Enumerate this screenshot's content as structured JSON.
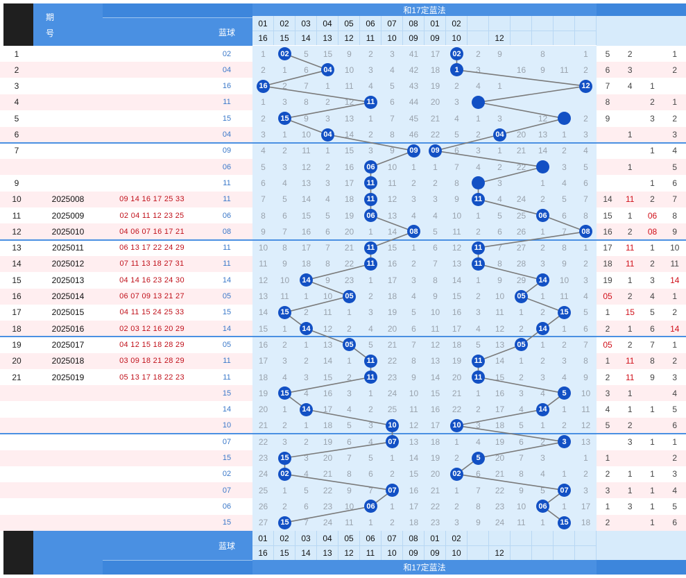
{
  "header": {
    "period_label_1": "期",
    "period_label_2": "号",
    "blue_label": "蓝球",
    "zone_title": "和17定蓝法",
    "pairs": [
      [
        "01",
        "16"
      ],
      [
        "02",
        "15"
      ],
      [
        "03",
        "14"
      ],
      [
        "04",
        "13"
      ],
      [
        "05",
        "12"
      ],
      [
        "06",
        "11"
      ],
      [
        "07",
        "10"
      ],
      [
        "08",
        "09"
      ],
      [
        "01",
        "09"
      ],
      [
        "02",
        "10"
      ],
      [
        "",
        ""
      ],
      [
        "",
        "12"
      ],
      [
        "",
        ""
      ],
      [
        "",
        ""
      ],
      [
        "",
        ""
      ],
      [
        "",
        ""
      ]
    ]
  },
  "rows": [
    {
      "idx": "1",
      "period": "",
      "nums": "",
      "blue": "02",
      "z1": [
        "1",
        "02",
        "5",
        "15",
        "9",
        "2",
        "3",
        "41"
      ],
      "z2": [
        "17",
        "02",
        "2",
        "9",
        "",
        "8",
        "",
        "1"
      ],
      "r": [
        "5",
        "2",
        "",
        "1"
      ]
    },
    {
      "idx": "2",
      "period": "",
      "nums": "",
      "blue": "04",
      "z1": [
        "2",
        "1",
        "6",
        "04",
        "10",
        "3",
        "4",
        "42"
      ],
      "z2": [
        "18",
        "1",
        "3",
        "",
        "16",
        "9",
        "11",
        "2"
      ],
      "r": [
        "6",
        "3",
        "",
        "2"
      ]
    },
    {
      "idx": "3",
      "period": "",
      "nums": "",
      "blue": "16",
      "z1": [
        "16",
        "2",
        "7",
        "1",
        "11",
        "4",
        "5",
        "43"
      ],
      "z2": [
        "19",
        "2",
        "4",
        "1",
        "",
        "",
        "",
        "12"
      ],
      "r": [
        "7",
        "4",
        "1",
        ""
      ]
    },
    {
      "idx": "4",
      "period": "",
      "nums": "",
      "blue": "11",
      "z1": [
        "1",
        "3",
        "8",
        "2",
        "12",
        "11",
        "6",
        "44"
      ],
      "z2": [
        "20",
        "3",
        "",
        "",
        "",
        "",
        "",
        ""
      ],
      "r": [
        "8",
        "",
        "2",
        "1"
      ]
    },
    {
      "idx": "5",
      "period": "",
      "nums": "",
      "blue": "15",
      "z1": [
        "2",
        "15",
        "9",
        "3",
        "13",
        "1",
        "7",
        "45"
      ],
      "z2": [
        "21",
        "4",
        "1",
        "3",
        "",
        "12",
        "",
        "2"
      ],
      "r": [
        "9",
        "",
        "3",
        "2"
      ]
    },
    {
      "idx": "6",
      "period": "",
      "nums": "",
      "blue": "04",
      "z1": [
        "3",
        "1",
        "10",
        "04",
        "14",
        "2",
        "8",
        "46"
      ],
      "z2": [
        "22",
        "5",
        "2",
        "04",
        "20",
        "13",
        "1",
        "3"
      ],
      "r": [
        "",
        "1",
        "",
        "3"
      ]
    },
    {
      "idx": "7",
      "period": "",
      "nums": "",
      "blue": "09",
      "z1": [
        "4",
        "2",
        "11",
        "1",
        "15",
        "3",
        "9",
        "09"
      ],
      "z2": [
        "09",
        "6",
        "3",
        "1",
        "21",
        "14",
        "2",
        "4"
      ],
      "r": [
        "",
        "",
        "1",
        "4"
      ]
    },
    {
      "idx": "",
      "period": "",
      "nums": "",
      "blue": "06",
      "z1": [
        "5",
        "3",
        "12",
        "2",
        "16",
        "06",
        "10",
        "1"
      ],
      "z2": [
        "1",
        "7",
        "4",
        "2",
        "22",
        "",
        "3",
        "5"
      ],
      "r": [
        "",
        "1",
        "",
        "5"
      ]
    },
    {
      "idx": "9",
      "period": "",
      "nums": "",
      "blue": "11",
      "z1": [
        "6",
        "4",
        "13",
        "3",
        "17",
        "11",
        "11",
        "2"
      ],
      "z2": [
        "2",
        "8",
        "",
        "3",
        "",
        "1",
        "4",
        "6"
      ],
      "r": [
        "",
        "",
        "1",
        "6"
      ]
    },
    {
      "idx": "10",
      "period": "2025008",
      "nums": "09 14 16 17 25 33",
      "blue": "11",
      "z1": [
        "7",
        "5",
        "14",
        "4",
        "18",
        "11",
        "12",
        "3"
      ],
      "z2": [
        "3",
        "9",
        "11",
        "4",
        "24",
        "2",
        "5",
        "7"
      ],
      "r": [
        "14",
        "11",
        "2",
        "7"
      ]
    },
    {
      "idx": "11",
      "period": "2025009",
      "nums": "02 04 11 12 23 25",
      "blue": "06",
      "z1": [
        "8",
        "6",
        "15",
        "5",
        "19",
        "06",
        "13",
        "4"
      ],
      "z2": [
        "4",
        "10",
        "1",
        "5",
        "25",
        "06",
        "6",
        "8"
      ],
      "r": [
        "15",
        "1",
        "06",
        "8"
      ]
    },
    {
      "idx": "12",
      "period": "2025010",
      "nums": "04 06 07 16 17 21",
      "blue": "08",
      "z1": [
        "9",
        "7",
        "16",
        "6",
        "20",
        "1",
        "14",
        "08"
      ],
      "z2": [
        "5",
        "11",
        "2",
        "6",
        "26",
        "1",
        "7",
        "08"
      ],
      "r": [
        "16",
        "2",
        "08",
        "9"
      ]
    },
    {
      "idx": "13",
      "period": "2025011",
      "nums": "06 13 17 22 24 29",
      "blue": "11",
      "z1": [
        "10",
        "8",
        "17",
        "7",
        "21",
        "11",
        "15",
        "1"
      ],
      "z2": [
        "6",
        "12",
        "11",
        "7",
        "27",
        "2",
        "8",
        "1"
      ],
      "r": [
        "17",
        "11",
        "1",
        "10"
      ]
    },
    {
      "idx": "14",
      "period": "2025012",
      "nums": "07 11 13 18 27 31",
      "blue": "11",
      "z1": [
        "11",
        "9",
        "18",
        "8",
        "22",
        "11",
        "16",
        "2"
      ],
      "z2": [
        "7",
        "13",
        "11",
        "8",
        "28",
        "3",
        "9",
        "2"
      ],
      "r": [
        "18",
        "11",
        "2",
        "11"
      ]
    },
    {
      "idx": "15",
      "period": "2025013",
      "nums": "04 14 16 23 24 30",
      "blue": "14",
      "z1": [
        "12",
        "10",
        "14",
        "9",
        "23",
        "1",
        "17",
        "3"
      ],
      "z2": [
        "8",
        "14",
        "1",
        "9",
        "29",
        "14",
        "10",
        "3"
      ],
      "r": [
        "19",
        "1",
        "3",
        "14"
      ]
    },
    {
      "idx": "16",
      "period": "2025014",
      "nums": "06 07 09 13 21 27",
      "blue": "05",
      "z1": [
        "13",
        "11",
        "1",
        "10",
        "05",
        "2",
        "18",
        "4"
      ],
      "z2": [
        "9",
        "15",
        "2",
        "10",
        "05",
        "1",
        "11",
        "4"
      ],
      "r": [
        "05",
        "2",
        "4",
        "1"
      ]
    },
    {
      "idx": "17",
      "period": "2025015",
      "nums": "04 11 15 24 25 33",
      "blue": "15",
      "z1": [
        "14",
        "15",
        "2",
        "11",
        "1",
        "3",
        "19",
        "5"
      ],
      "z2": [
        "10",
        "16",
        "3",
        "11",
        "1",
        "2",
        "15",
        "5"
      ],
      "r": [
        "1",
        "15",
        "5",
        "2"
      ]
    },
    {
      "idx": "18",
      "period": "2025016",
      "nums": "02 03 12 16 20 29",
      "blue": "14",
      "z1": [
        "15",
        "1",
        "14",
        "12",
        "2",
        "4",
        "20",
        "6"
      ],
      "z2": [
        "11",
        "17",
        "4",
        "12",
        "2",
        "14",
        "1",
        "6"
      ],
      "r": [
        "2",
        "1",
        "6",
        "14"
      ]
    },
    {
      "idx": "19",
      "period": "2025017",
      "nums": "04 12 15 18 28 29",
      "blue": "05",
      "z1": [
        "16",
        "2",
        "1",
        "13",
        "05",
        "5",
        "21",
        "7"
      ],
      "z2": [
        "12",
        "18",
        "5",
        "13",
        "05",
        "1",
        "2",
        "7"
      ],
      "r": [
        "05",
        "2",
        "7",
        "1"
      ]
    },
    {
      "idx": "20",
      "period": "2025018",
      "nums": "03 09 18 21 28 29",
      "blue": "11",
      "z1": [
        "17",
        "3",
        "2",
        "14",
        "1",
        "11",
        "22",
        "8"
      ],
      "z2": [
        "13",
        "19",
        "11",
        "14",
        "1",
        "2",
        "3",
        "8"
      ],
      "r": [
        "1",
        "11",
        "8",
        "2"
      ]
    },
    {
      "idx": "21",
      "period": "2025019",
      "nums": "05 13 17 18 22 23",
      "blue": "11",
      "z1": [
        "18",
        "4",
        "3",
        "15",
        "2",
        "11",
        "23",
        "9"
      ],
      "z2": [
        "14",
        "20",
        "11",
        "15",
        "2",
        "3",
        "4",
        "9"
      ],
      "r": [
        "2",
        "11",
        "9",
        "3"
      ]
    },
    {
      "idx": "",
      "period": "",
      "nums": "",
      "blue": "15",
      "z1": [
        "19",
        "15",
        "4",
        "16",
        "3",
        "1",
        "24",
        "10"
      ],
      "z2": [
        "15",
        "21",
        "1",
        "16",
        "3",
        "4",
        "5",
        "10"
      ],
      "r": [
        "3",
        "1",
        "",
        "4"
      ]
    },
    {
      "idx": "",
      "period": "",
      "nums": "",
      "blue": "14",
      "z1": [
        "20",
        "1",
        "14",
        "17",
        "4",
        "2",
        "25",
        "11"
      ],
      "z2": [
        "16",
        "22",
        "2",
        "17",
        "4",
        "14",
        "1",
        "11"
      ],
      "r": [
        "4",
        "1",
        "1",
        "5"
      ]
    },
    {
      "idx": "",
      "period": "",
      "nums": "",
      "blue": "10",
      "z1": [
        "21",
        "2",
        "1",
        "18",
        "5",
        "3",
        "10",
        "12"
      ],
      "z2": [
        "17",
        "10",
        "3",
        "18",
        "5",
        "1",
        "2",
        "12"
      ],
      "r": [
        "5",
        "2",
        "",
        "6"
      ]
    },
    {
      "idx": "",
      "period": "",
      "nums": "",
      "blue": "07",
      "z1": [
        "22",
        "3",
        "2",
        "19",
        "6",
        "4",
        "07",
        "13"
      ],
      "z2": [
        "18",
        "1",
        "4",
        "19",
        "6",
        "2",
        "3",
        "13"
      ],
      "r": [
        "",
        "3",
        "1",
        "1"
      ]
    },
    {
      "idx": "",
      "period": "",
      "nums": "",
      "blue": "15",
      "z1": [
        "23",
        "15",
        "3",
        "20",
        "7",
        "5",
        "1",
        "14"
      ],
      "z2": [
        "19",
        "2",
        "5",
        "20",
        "7",
        "3",
        "",
        "1"
      ],
      "r": [
        "1",
        "",
        "",
        "2"
      ]
    },
    {
      "idx": "",
      "period": "",
      "nums": "",
      "blue": "02",
      "z1": [
        "24",
        "02",
        "4",
        "21",
        "8",
        "6",
        "2",
        "15"
      ],
      "z2": [
        "20",
        "02",
        "6",
        "21",
        "8",
        "4",
        "1",
        "2"
      ],
      "r": [
        "2",
        "1",
        "1",
        "3"
      ]
    },
    {
      "idx": "",
      "period": "",
      "nums": "",
      "blue": "07",
      "z1": [
        "25",
        "1",
        "5",
        "22",
        "9",
        "7",
        "07",
        "16"
      ],
      "z2": [
        "21",
        "1",
        "7",
        "22",
        "9",
        "5",
        "07",
        "3"
      ],
      "r": [
        "3",
        "1",
        "1",
        "4"
      ]
    },
    {
      "idx": "",
      "period": "",
      "nums": "",
      "blue": "06",
      "z1": [
        "26",
        "2",
        "6",
        "23",
        "10",
        "06",
        "1",
        "17"
      ],
      "z2": [
        "22",
        "2",
        "8",
        "23",
        "10",
        "06",
        "1",
        "17"
      ],
      "r": [
        "1",
        "3",
        "1",
        "5"
      ]
    },
    {
      "idx": "",
      "period": "",
      "nums": "",
      "blue": "15",
      "z1": [
        "27",
        "15",
        "7",
        "24",
        "11",
        "1",
        "2",
        "18"
      ],
      "z2": [
        "23",
        "3",
        "9",
        "24",
        "11",
        "1",
        "15",
        "18"
      ],
      "r": [
        "2",
        "",
        "1",
        "6"
      ]
    }
  ],
  "balls_z1": [
    1,
    3,
    0,
    5,
    1,
    3,
    7,
    5,
    5,
    5,
    5,
    7,
    5,
    5,
    2,
    4,
    1,
    2,
    4,
    5,
    5,
    1,
    2,
    6,
    6,
    1,
    1,
    6,
    5,
    1
  ],
  "balls_z2": [
    1,
    1,
    7,
    2,
    6,
    3,
    0,
    5,
    2,
    2,
    5,
    7,
    2,
    2,
    5,
    4,
    6,
    5,
    4,
    2,
    2,
    6,
    5,
    1,
    6,
    2,
    1,
    6,
    5,
    6
  ],
  "colors": {
    "accent": "#4a90e2",
    "ball": "#1250c4",
    "red_number": "#c0101a",
    "zone_bg": "#ddeefc"
  }
}
